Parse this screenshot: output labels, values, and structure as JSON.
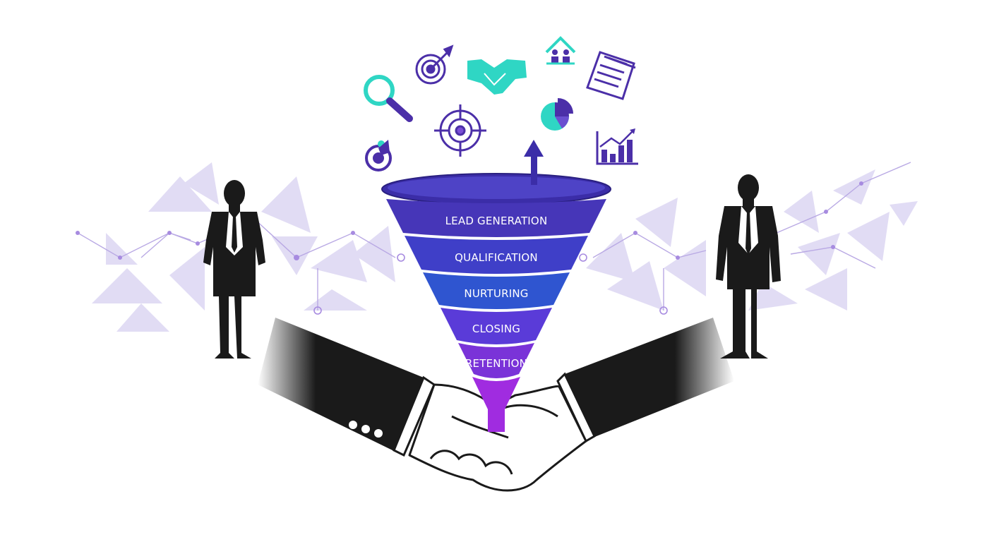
{
  "funnel": {
    "stages": [
      {
        "label": "LEAD GENERATION",
        "color": "#4636B8"
      },
      {
        "label": "QUALIFICATION",
        "color": "#3F3FC8"
      },
      {
        "label": "NURTURING",
        "color": "#2F55D0"
      },
      {
        "label": "CLOSING",
        "color": "#5A3BD8"
      },
      {
        "label": "RETENTION",
        "color": "#7A33D8"
      }
    ],
    "spout_color": "#A02CE0",
    "rim_color": "#3B2DA8"
  },
  "icons": [
    "magnifier-icon",
    "target-icon",
    "handshake-icon",
    "team-house-icon",
    "document-icon",
    "touch-target-icon",
    "crosshair-target-icon",
    "pie-chart-icon",
    "bar-growth-chart-icon",
    "up-arrow-icon"
  ],
  "figures": [
    "businessman-left",
    "businessman-right",
    "handshake-hands"
  ],
  "colors": {
    "teal": "#2FD6C4",
    "purple": "#4B2FA8",
    "violet": "#7B4FD6",
    "silhouette": "#1a1a1a",
    "triangle": "#C9C0EC"
  }
}
